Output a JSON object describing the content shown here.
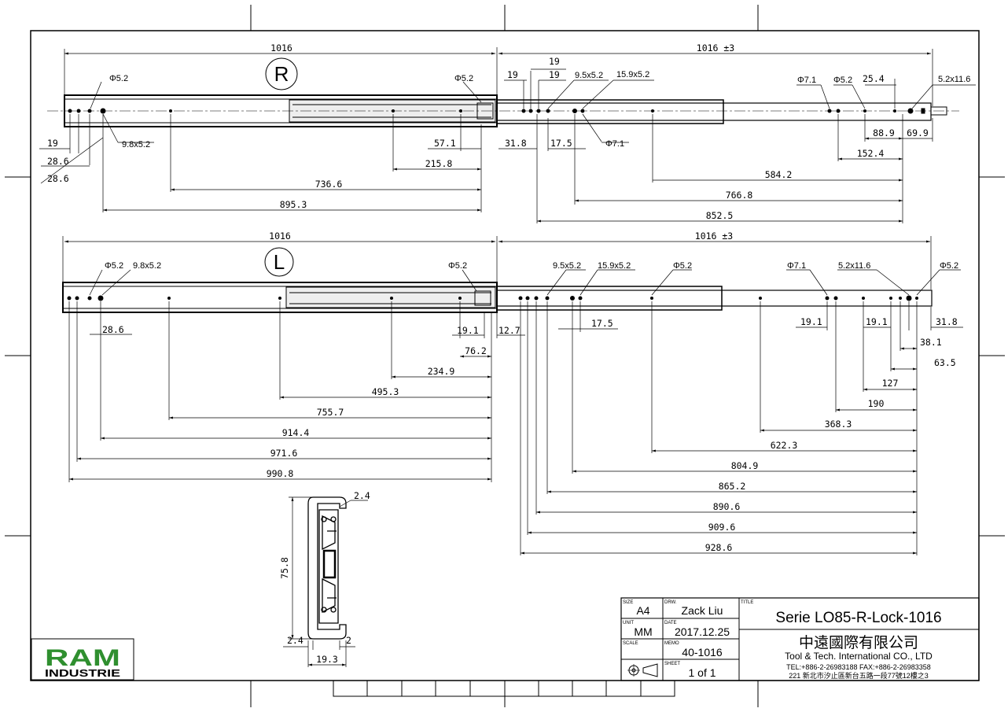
{
  "views": {
    "right": {
      "letter": "R",
      "overall": [
        "1016",
        "1016 ±3"
      ],
      "holes": [
        "Φ5.2",
        "9.8x5.2",
        "Φ5.2",
        "19",
        "19",
        "19",
        "9.5x5.2",
        "15.9x5.2",
        "Φ7.1",
        "Φ7.1",
        "Φ5.2",
        "25.4",
        "5.2x11.6"
      ],
      "dims": [
        "19",
        "28.6",
        "28.6",
        "57.1",
        "31.8",
        "17.5",
        "215.8",
        "736.6",
        "895.3",
        "88.9",
        "69.9",
        "152.4",
        "584.2",
        "766.8",
        "852.5"
      ]
    },
    "left": {
      "letter": "L",
      "overall": [
        "1016",
        "1016 ±3"
      ],
      "holes": [
        "Φ5.2",
        "9.8x5.2",
        "Φ5.2",
        "9.5x5.2",
        "15.9x5.2",
        "Φ5.2",
        "Φ7.1",
        "5.2x11.6",
        "Φ5.2"
      ],
      "dims": [
        "28.6",
        "19.1",
        "12.7",
        "76.2",
        "17.5",
        "19.1",
        "19.1",
        "31.8",
        "38.1",
        "63.5",
        "127",
        "190",
        "368.3",
        "234.9",
        "495.3",
        "755.7",
        "914.4",
        "971.6",
        "990.8",
        "622.3",
        "804.9",
        "865.2",
        "890.6",
        "909.6",
        "928.6"
      ]
    },
    "section": {
      "dims": [
        "2.4",
        "75.8",
        "2.4",
        "2",
        "19.3"
      ]
    }
  },
  "logo": {
    "brand": "RAM",
    "sub": "INDUSTRIE",
    "color": "#2f8f2f"
  },
  "title_block": {
    "size_label": "SIZE",
    "size": "A4",
    "drw_label": "DRW.",
    "drw": "Zack Liu",
    "title_label": "TITLE",
    "title": "Serie LO85-R-Lock-1016",
    "unit_label": "UNIT",
    "unit": "MM",
    "date_label": "DATE",
    "date": "2017.12.25",
    "scale_label": "SCALE",
    "memo_label": "MEMO",
    "memo": "40-1016",
    "sheet_label": "SHEET",
    "sheet": "1 of 1",
    "company_cn": "中遠國際有限公司",
    "company_en": "Tool & Tech. International CO., LTD",
    "tel": "TEL:+886-2-26983188 FAX:+886-2-26983358",
    "address": "221 新北市汐止區新台五路一段77號12樓之3"
  }
}
